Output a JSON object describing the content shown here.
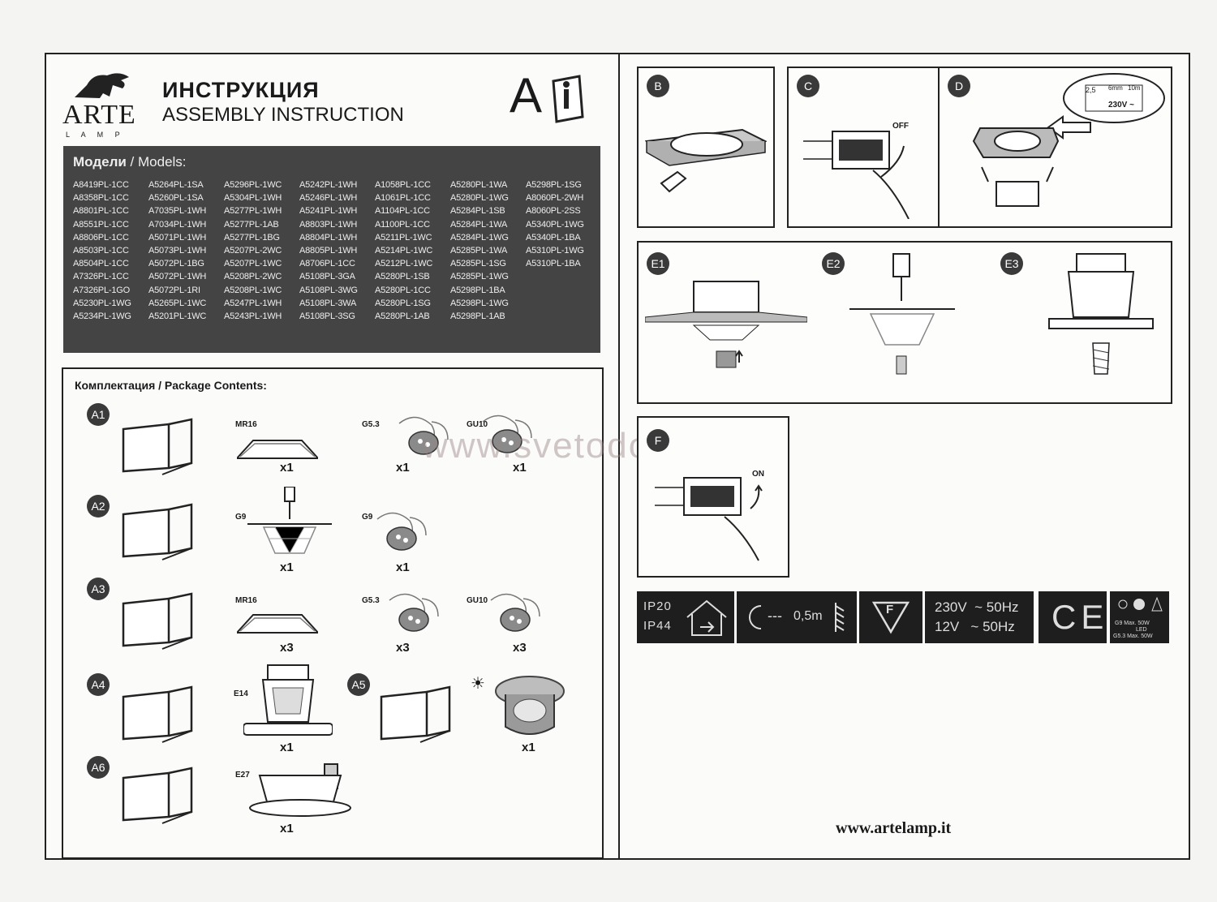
{
  "header": {
    "brand": "ARTE",
    "brand_sub": "L A M P",
    "title_ru": "ИНСТРУКЦИЯ",
    "title_en": "ASSEMBLY INSTRUCTION",
    "badge_letter": "A",
    "badge_icon": "book-i-icon"
  },
  "models": {
    "title_ru": "Модели",
    "title_sep": " / ",
    "title_en": "Models:",
    "columns": [
      [
        "A8419PL-1CC",
        "A8358PL-1CC",
        "A8801PL-1CC",
        "A8551PL-1CC",
        "A8806PL-1CC",
        "A8503PL-1CC",
        "A8504PL-1CC",
        "A7326PL-1CC",
        "A7326PL-1GO",
        "A5230PL-1WG",
        "A5234PL-1WG"
      ],
      [
        "A5264PL-1SA",
        "A5260PL-1SA",
        "A7035PL-1WH",
        "A7034PL-1WH",
        "A5071PL-1WH",
        "A5073PL-1WH",
        "A5072PL-1BG",
        "A5072PL-1WH",
        "A5072PL-1RI",
        "A5265PL-1WC",
        "A5201PL-1WC"
      ],
      [
        "A5296PL-1WC",
        "A5304PL-1WH",
        "A5277PL-1WH",
        "A5277PL-1AB",
        "A5277PL-1BG",
        "A5207PL-2WC",
        "A5207PL-1WC",
        "A5208PL-2WC",
        "A5208PL-1WC",
        "A5247PL-1WH",
        "A5243PL-1WH"
      ],
      [
        "A5242PL-1WH",
        "A5246PL-1WH",
        "A5241PL-1WH",
        "A8803PL-1WH",
        "A8804PL-1WH",
        "A8805PL-1WH",
        "A8706PL-1CC",
        "A5108PL-3GA",
        "A5108PL-3WG",
        "A5108PL-3WA",
        "A5108PL-3SG"
      ],
      [
        "A1058PL-1CC",
        "A1061PL-1CC",
        "A1104PL-1CC",
        "A1100PL-1CC",
        "A5211PL-1WC",
        "A5214PL-1WC",
        "A5212PL-1WC",
        "A5280PL-1SB",
        "A5280PL-1CC",
        "A5280PL-1SG",
        "A5280PL-1AB"
      ],
      [
        "A5280PL-1WA",
        "A5280PL-1WG",
        "A5284PL-1SB",
        "A5284PL-1WA",
        "A5284PL-1WG",
        "A5285PL-1WA",
        "A5285PL-1SG",
        "A5285PL-1WG",
        "A5298PL-1BA",
        "A5298PL-1WG",
        "A5298PL-1AB"
      ],
      [
        "A5298PL-1SG",
        "A8060PL-2WH",
        "A8060PL-2SS",
        "A5340PL-1WG",
        "A5340PL-1BA",
        "A5310PL-1WG",
        "A5310PL-1BA",
        "",
        "",
        "",
        ""
      ]
    ]
  },
  "package": {
    "title_ru": "Комплектация",
    "title_en": " / Package Contents:",
    "rows": [
      {
        "id": "A1",
        "items": [
          {
            "label": "MR16",
            "qty": "x1"
          },
          {
            "label": "G5.3",
            "qty": "x1"
          },
          {
            "label": "GU10",
            "qty": "x1"
          }
        ]
      },
      {
        "id": "A2",
        "items": [
          {
            "label": "G9",
            "qty": "x1"
          },
          {
            "label": "G9",
            "qty": "x1"
          }
        ]
      },
      {
        "id": "A3",
        "items": [
          {
            "label": "MR16",
            "qty": "x3"
          },
          {
            "label": "G5.3",
            "qty": "x3"
          },
          {
            "label": "GU10",
            "qty": "x3"
          }
        ]
      },
      {
        "id": "A4",
        "items": [
          {
            "label": "E14",
            "qty": "x1"
          }
        ]
      },
      {
        "id": "A5",
        "items": [
          {
            "label": "",
            "qty": "x1"
          }
        ]
      },
      {
        "id": "A6",
        "items": [
          {
            "label": "E27",
            "qty": "x1"
          }
        ]
      }
    ]
  },
  "steps": {
    "B": "B",
    "C": "C",
    "D": "D",
    "E1": "E1",
    "E2": "E2",
    "E3": "E3",
    "F": "F",
    "off": "OFF",
    "on": "ON",
    "d_labels": {
      "a": "2,5",
      "b": "6mm",
      "c": "10m",
      "v": "230V ~"
    }
  },
  "symbols": {
    "ip1": "IP20",
    "ip2": "IP44",
    "distance": "0,5m",
    "f_mark": "F",
    "volt1": "230V  ~ 50Hz",
    "volt2": "12V   ~ 50Hz",
    "ce": "CE",
    "lamp_line1": "G9 Max. 50W",
    "lamp_line2": "LED",
    "lamp_line3": "G5.3 Max. 50W"
  },
  "watermark": "www.svetodom.ru",
  "footer_url": "www.artelamp.it"
}
